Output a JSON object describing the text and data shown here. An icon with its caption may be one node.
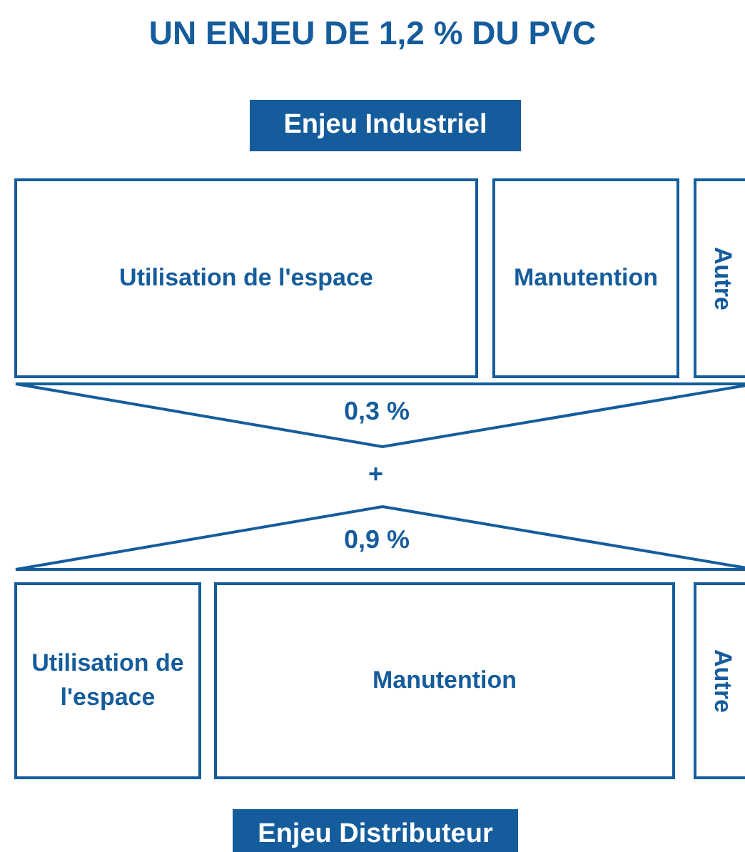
{
  "diagram": {
    "title": "UN ENJEU DE 1,2 % DU PVC",
    "nodes": [
      {
        "text": [
          "Enjeu Industriel"
        ]
      },
      {
        "text": [
          "Utilisation de l'espace"
        ]
      },
      {
        "text": [
          "Manutention"
        ]
      },
      {
        "text": [
          "Autre"
        ]
      },
      {
        "text": [
          "0,3 %"
        ]
      },
      {
        "text": [
          "0,9 %"
        ]
      },
      {
        "text": [
          "Utilisation de l'espace"
        ]
      },
      {
        "text": [
          "Manutention"
        ]
      },
      {
        "text": [
          "Autre"
        ]
      },
      {
        "text": [
          "Enjeu Distributeur"
        ]
      }
    ],
    "labels": [
      "+"
    ]
  }
}
